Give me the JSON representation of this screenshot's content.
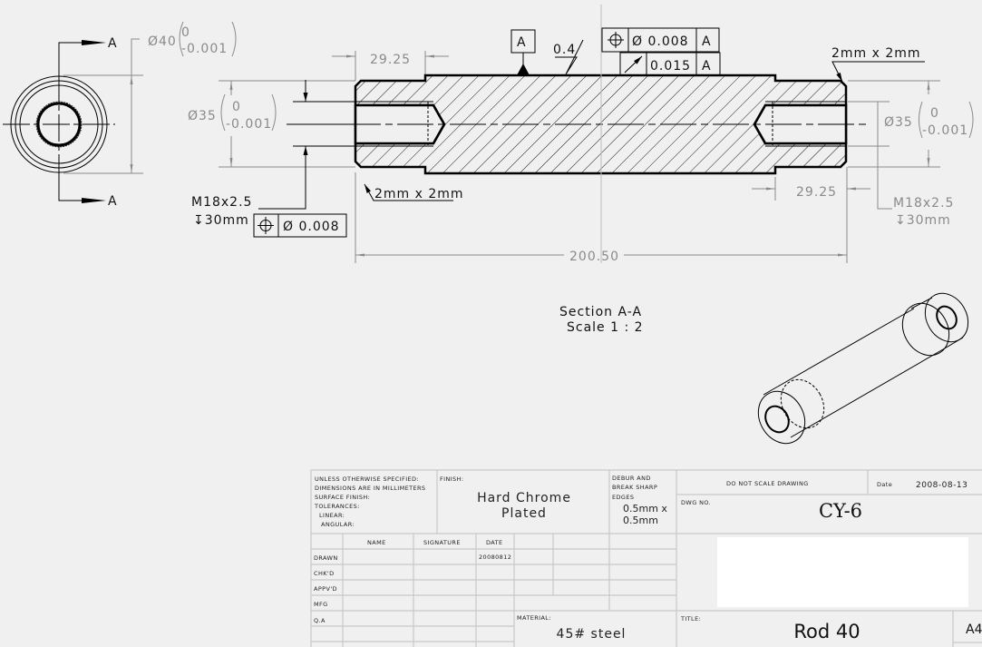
{
  "drawing": {
    "section_label": "A",
    "diameter_40": "Ø40",
    "tol_upper": "0",
    "tol_lower": "-0.001",
    "diameter_35_left": "Ø35",
    "diameter_35_right": "Ø35",
    "dim_29_25_left": "29.25",
    "dim_29_25_right": "29.25",
    "dim_200_50": "200.50",
    "thread_left": "M18x2.5",
    "depth_left": "↧30mm",
    "thread_right": "M18x2.5",
    "depth_right": "↧30mm",
    "chamfer_left": "2mm x 2mm",
    "chamfer_right": "2mm x 2mm",
    "datum": "A",
    "surface_finish": "0.4",
    "fcf_position_value": "Ø 0.008",
    "fcf_position_datum": "A",
    "fcf_runout_value": "0.015",
    "fcf_runout_datum": "A",
    "fcf_thread_value": "Ø 0.008",
    "section_title": "Section A-A",
    "section_scale": "Scale 1 : 2"
  },
  "title_block": {
    "notes": [
      "UNLESS OTHERWISE SPECIFIED:",
      "DIMENSIONS ARE IN MILLIMETERS",
      "SURFACE FINISH:",
      "TOLERANCES:",
      "LINEAR:",
      "ANGULAR:"
    ],
    "finish_label": "FINISH:",
    "finish_value_1": "Hard Chrome",
    "finish_value_2": "Plated",
    "deburr_1": "DEBUR AND",
    "deburr_2": "BREAK SHARP",
    "deburr_3": "EDGES",
    "deburr_value_1": "0.5mm x",
    "deburr_value_2": "0.5mm",
    "headers": [
      "NAME",
      "SIGNATURE",
      "DATE"
    ],
    "rows": [
      "DRAWN",
      "CHK'D",
      "APPV'D",
      "MFG",
      "Q.A"
    ],
    "drawn_date": "20080812",
    "material_label": "MATERIAL:",
    "material_value": "45# steel",
    "no_scale": "DO NOT SCALE DRAWING",
    "date_label": "Date",
    "date_value": "2008-08-13",
    "dwg_label": "DWG NO.",
    "dwg_value": "CY-6",
    "title_label": "TITLE:",
    "title_value": "Rod 40",
    "size": "A4"
  }
}
